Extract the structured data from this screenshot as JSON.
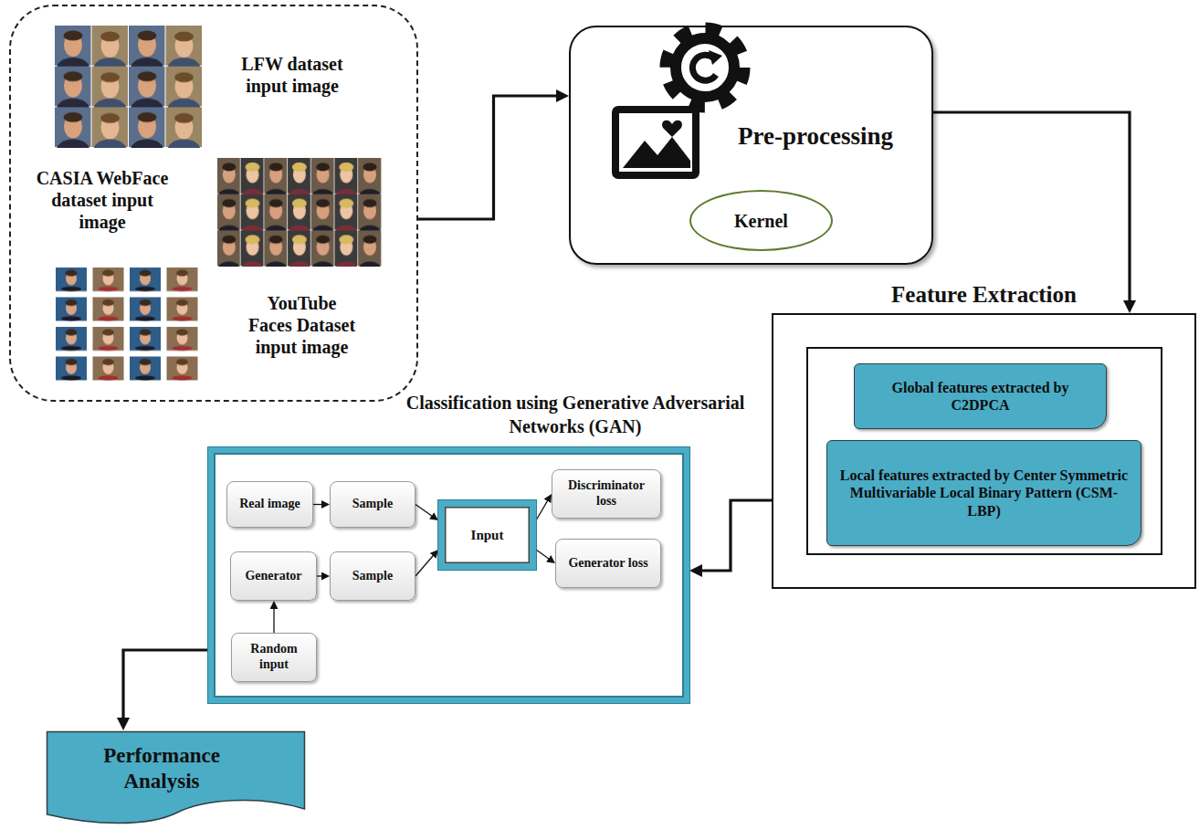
{
  "diagram": {
    "nodes": [
      {
        "text": [
          "LFW dataset input image",
          "CASIA WebFace dataset input image",
          "YouTube Faces Dataset input image"
        ]
      },
      {
        "text": [
          "Pre-processing"
        ]
      },
      {
        "text": [
          "Kernel"
        ],
        "in": 1
      },
      {
        "text": [
          "Feature Extraction"
        ]
      },
      {
        "text": [
          "Global features extracted by C2DPCA"
        ],
        "in": 3
      },
      {
        "text": [
          "Local features extracted by Center Symmetric Multivariable Local Binary Pattern (CSM-LBP)"
        ],
        "in": 3
      },
      {
        "text": [
          "Classification using Generative Adversarial Networks (GAN)"
        ]
      },
      {
        "text": [
          "Real image"
        ],
        "in": 6
      },
      {
        "text": [
          "Sample"
        ],
        "in": 6
      },
      {
        "text": [
          "Input"
        ],
        "in": 6
      },
      {
        "text": [
          "Discriminator loss"
        ],
        "in": 6
      },
      {
        "text": [
          "Generator"
        ],
        "in": 6
      },
      {
        "text": [
          "Sample"
        ],
        "in": 6
      },
      {
        "text": [
          "Generator loss"
        ],
        "in": 6
      },
      {
        "text": [
          "Random input"
        ],
        "in": 6
      },
      {
        "text": [
          "Performance Analysis"
        ]
      }
    ],
    "edges": [
      {
        "from": 0,
        "to": 1,
        "arrow": "to"
      },
      {
        "from": 1,
        "to": 3,
        "arrow": "to"
      },
      {
        "from": 3,
        "to": 6,
        "arrow": "to"
      },
      {
        "from": 6,
        "to": 15,
        "arrow": "to"
      },
      {
        "from": 7,
        "to": 8,
        "arrow": "to"
      },
      {
        "from": 8,
        "to": 9,
        "arrow": "to"
      },
      {
        "from": 11,
        "to": 12,
        "arrow": "to"
      },
      {
        "from": 12,
        "to": 9,
        "arrow": "to"
      },
      {
        "from": 14,
        "to": 11,
        "arrow": "to"
      },
      {
        "from": 9,
        "to": 10,
        "arrow": "to"
      },
      {
        "from": 9,
        "to": 13,
        "arrow": "to"
      }
    ]
  }
}
